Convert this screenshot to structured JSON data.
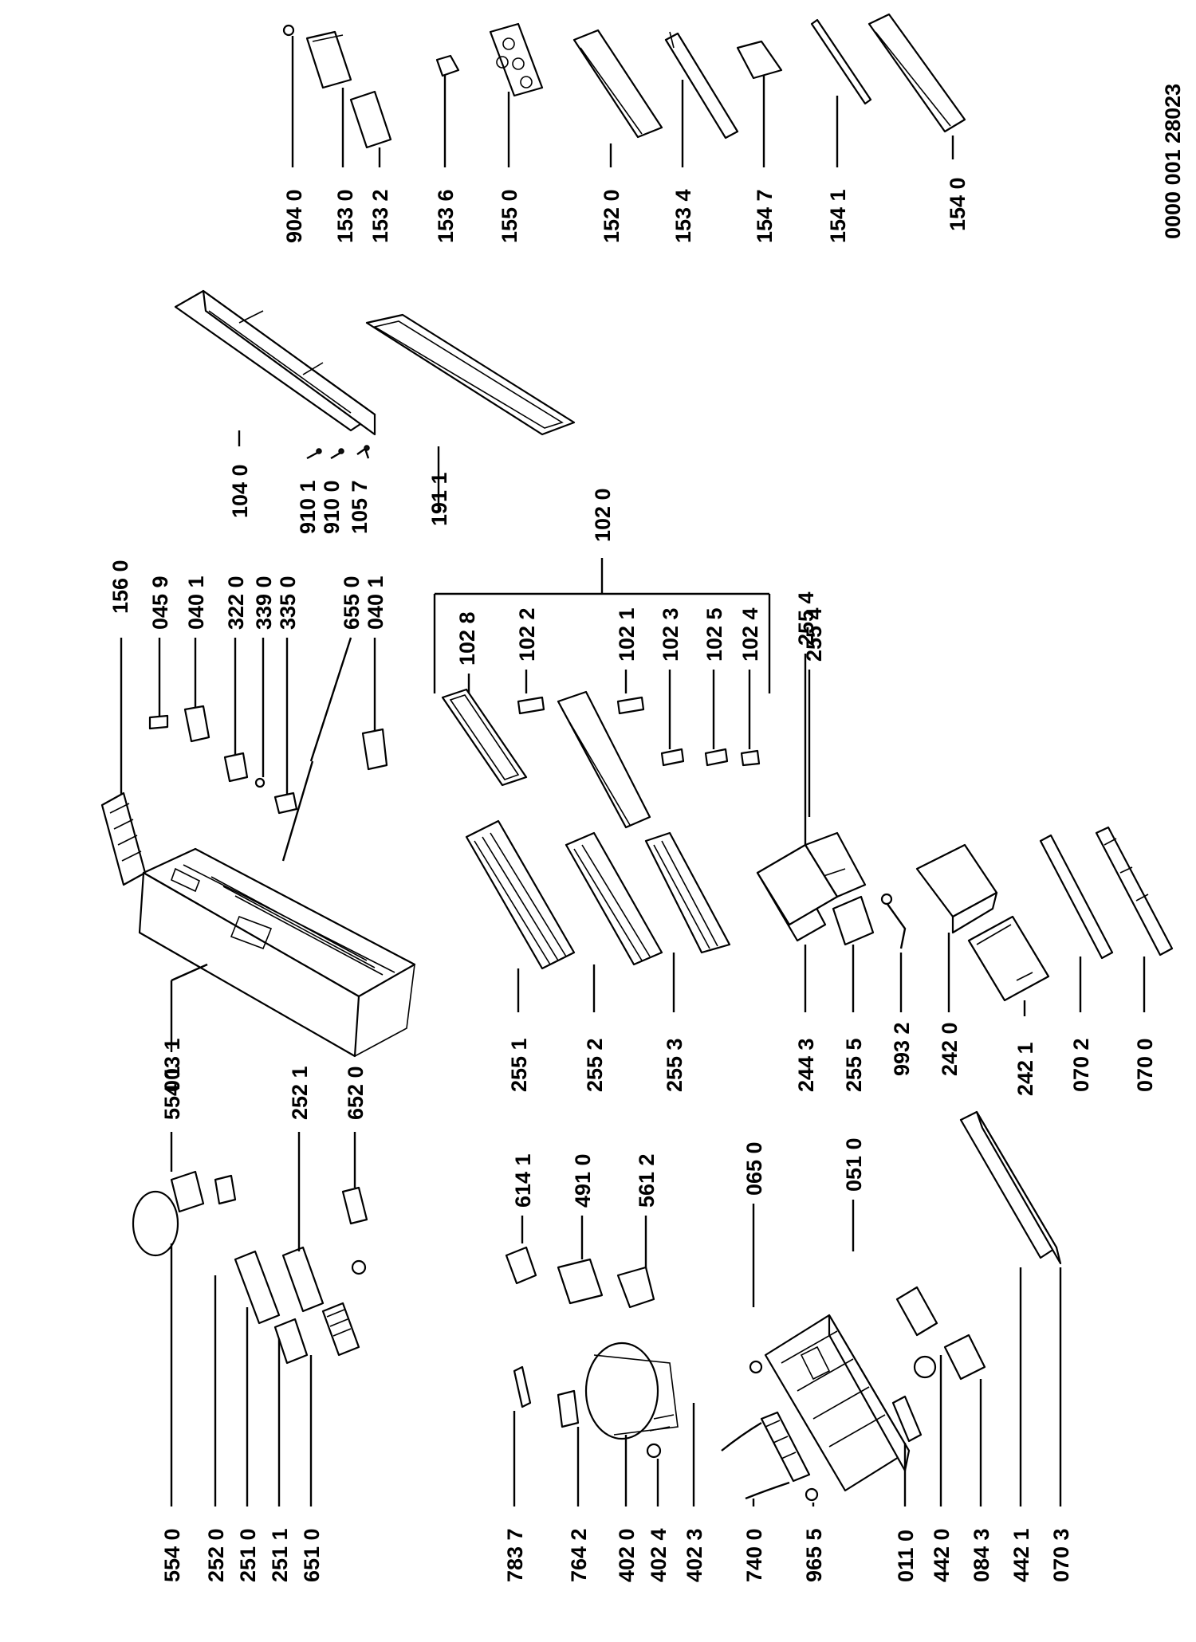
{
  "drawing_number": "0000 001 28023",
  "labels": [
    "904 0",
    "153 0",
    "153 2",
    "153 6",
    "155 0",
    "152 0",
    "153 4",
    "154 7",
    "154 1",
    "154 0",
    "156 0",
    "045 9",
    "040 1",
    "322 0",
    "339 0",
    "335 0",
    "655 0",
    "040 1",
    "003 1",
    "104 0",
    "191 1",
    "910 1",
    "910 0",
    "105 7",
    "102 0",
    "102 8",
    "102 2",
    "102 1",
    "102 3",
    "102 5",
    "102 4",
    "255 4",
    "255 1",
    "255 2",
    "255 3",
    "255 4",
    "244 3",
    "255 5",
    "993 2",
    "242 0",
    "242 1",
    "070 2",
    "070 0",
    "554 0",
    "252 0",
    "251 0",
    "251 1",
    "651 0",
    "554 1",
    "252 1",
    "652 0",
    "614 1",
    "491 0",
    "561 2",
    "065 0",
    "051 0",
    "783 7",
    "764 2",
    "402 0",
    "402 4",
    "402 3",
    "740 0",
    "965 5",
    "011 0",
    "442 0",
    "084 3",
    "442 1",
    "070 3"
  ]
}
